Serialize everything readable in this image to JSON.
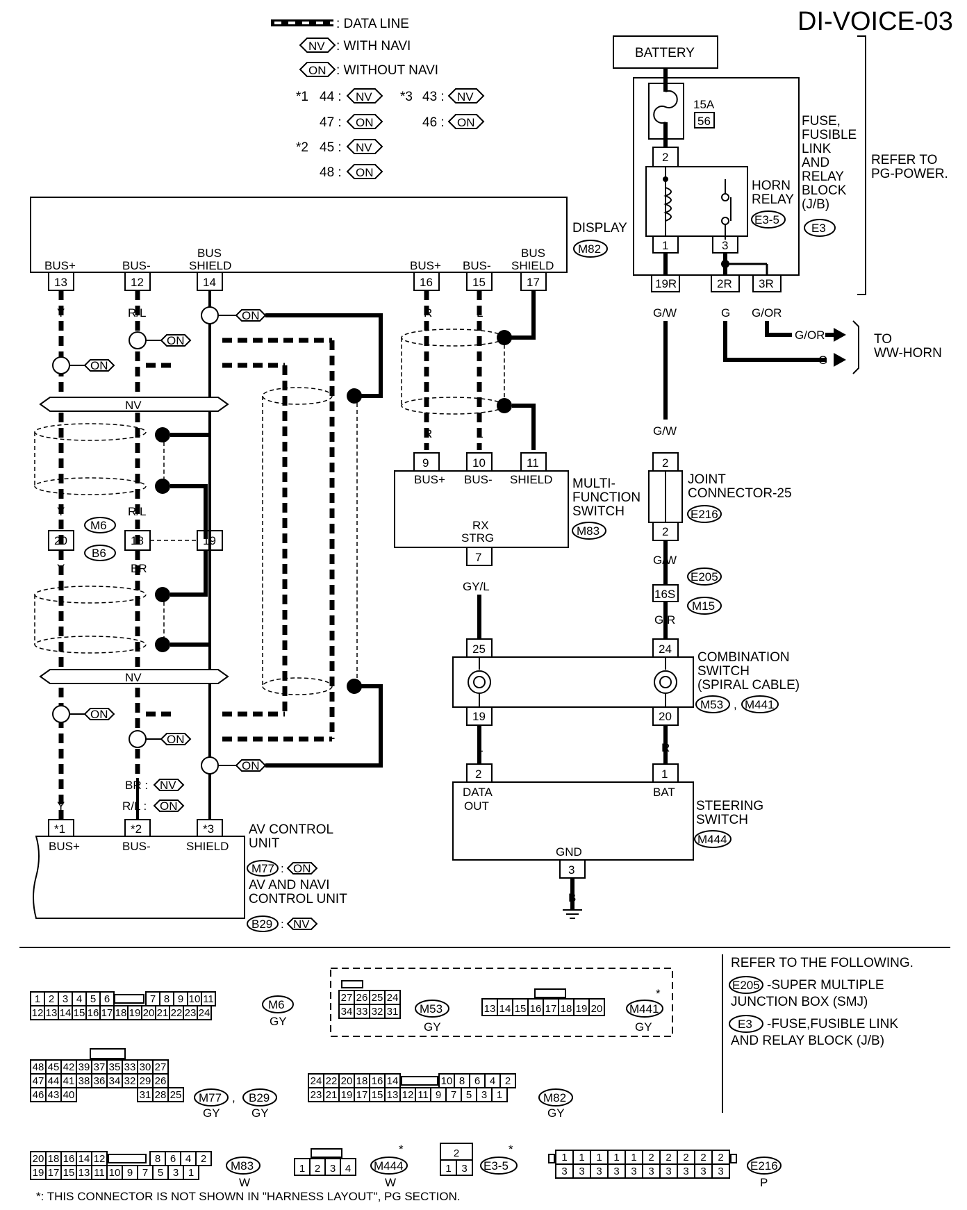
{
  "page_id": "DI-VOICE-03",
  "legend": {
    "data_line": ": DATA LINE",
    "with_navi": ": WITH NAVI",
    "without_navi": ": WITHOUT NAVI",
    "nv": "NV",
    "on": "ON",
    "note1_mark": "*1",
    "note1_a": "44 :",
    "note1_b": "47 :",
    "note2_mark": "*2",
    "note2_a": "45 :",
    "note2_b": "48 :",
    "note3_mark": "*3",
    "note3_a": "43 :",
    "note3_b": "46 :"
  },
  "power": {
    "battery": "BATTERY",
    "fuse_amp": "15A",
    "fuse_no": "56",
    "jb_l1": "FUSE,",
    "jb_l2": "FUSIBLE",
    "jb_l3": "LINK",
    "jb_l4": "AND",
    "jb_l5": "RELAY",
    "jb_l6": "BLOCK",
    "jb_l7": "(J/B)",
    "jb_conn": "E3",
    "horn_l1": "HORN",
    "horn_l2": "RELAY",
    "horn_conn": "E3-5",
    "refer_l1": "REFER TO",
    "refer_l2": "PG-POWER.",
    "to_l1": "TO",
    "to_l2": "WW-HORN",
    "pin2": "2",
    "pin1": "1",
    "pin3": "3",
    "pin19r": "19R",
    "pin2r": "2R",
    "pin3r": "3R",
    "w_gw": "G/W",
    "w_g": "G",
    "w_gor": "G/OR"
  },
  "display": {
    "name": "DISPLAY",
    "conn": "M82",
    "busp": "BUS+",
    "busm": "BUS-",
    "bus": "BUS",
    "shield": "SHIELD",
    "p13": "13",
    "p12": "12",
    "p14": "14",
    "p16": "16",
    "p15": "15",
    "p17": "17"
  },
  "mfs": {
    "l1": "MULTI-",
    "l2": "FUNCTION",
    "l3": "SWITCH",
    "conn": "M83",
    "busp": "BUS+",
    "busm": "BUS-",
    "shield": "SHIELD",
    "rx": "RX",
    "strg": "STRG",
    "p9": "9",
    "p10": "10",
    "p11": "11",
    "p7": "7"
  },
  "joint": {
    "l1": "JOINT",
    "l2": "CONNECTOR-25",
    "conn": "E216",
    "p2": "2"
  },
  "smj": {
    "conn1": "E205",
    "conn2": "M15",
    "pin": "16S"
  },
  "combo": {
    "l1": "COMBINATION",
    "l2": "SWITCH",
    "l3": "(SPIRAL CABLE)",
    "conn1": "M53",
    "conn2": "M441",
    "sep": ",",
    "p25": "25",
    "p24": "24",
    "p19": "19",
    "p20": "20"
  },
  "steering": {
    "l1": "STEERING",
    "l2": "SWITCH",
    "conn": "M444",
    "data": "DATA",
    "out": "OUT",
    "bat": "BAT",
    "gnd": "GND",
    "p2": "2",
    "p1": "1",
    "p3": "3"
  },
  "wires": {
    "y": "Y",
    "rl": "R/L",
    "br": "BR",
    "r": "R",
    "l": "L",
    "gyl": "GY/L",
    "gw": "G/W",
    "gr": "G/R",
    "b": "B",
    "br_nv": "BR :",
    "rl_on": "R/L :"
  },
  "junction": {
    "m6": "M6",
    "b6": "B6",
    "p20": "20",
    "p18": "18",
    "p19": "19",
    "nv": "NV"
  },
  "av": {
    "l1": "AV CONTROL",
    "l2": "UNIT",
    "l3": "AV AND NAVI",
    "l4": "CONTROL UNIT",
    "conn1": "M77",
    "conn2": "B29",
    "colon": ":",
    "busp": "BUS+",
    "busm": "BUS-",
    "shield": "SHIELD",
    "s1": "*1",
    "s2": "*2",
    "s3": "*3"
  },
  "refer": {
    "title": "REFER TO THE FOLLOWING.",
    "e205": "E205",
    "e205_l1": "-SUPER MULTIPLE",
    "e205_l2": "JUNCTION BOX (SMJ)",
    "e3": "E3",
    "e3_l1": "-FUSE,FUSIBLE LINK",
    "e3_l2": "AND RELAY BLOCK (J/B)"
  },
  "connectors": {
    "m6": {
      "name": "M6",
      "color": "GY",
      "row1": [
        "1",
        "2",
        "3",
        "4",
        "5",
        "6",
        "",
        "7",
        "8",
        "9",
        "10",
        "11"
      ],
      "row2": [
        "12",
        "13",
        "14",
        "15",
        "16",
        "17",
        "18",
        "19",
        "20",
        "21",
        "22",
        "23",
        "24"
      ]
    },
    "m53": {
      "name": "M53",
      "color": "GY",
      "row1": [
        "27",
        "26",
        "25",
        "24"
      ],
      "row2": [
        "34",
        "33",
        "32",
        "31"
      ]
    },
    "m441": {
      "name": "M441",
      "color": "GY",
      "mark": "*",
      "row": [
        "13",
        "14",
        "15",
        "16",
        "17",
        "18",
        "19",
        "20"
      ]
    },
    "m77": {
      "name": "M77",
      "name2": "B29",
      "color": "GY",
      "color2": "GY",
      "sep": ",",
      "row1": [
        "48",
        "45",
        "42",
        "39",
        "37",
        "35",
        "33",
        "30",
        "27"
      ],
      "row2": [
        "47",
        "44",
        "41",
        "38",
        "36",
        "34",
        "32",
        "29",
        "26"
      ],
      "row3a": [
        "46",
        "43",
        "40"
      ],
      "row3b": [
        "31",
        "28",
        "25"
      ]
    },
    "m82": {
      "name": "M82",
      "color": "GY",
      "row1a": [
        "24",
        "22",
        "20",
        "18",
        "16",
        "14"
      ],
      "row1b": [
        "10",
        "8",
        "6",
        "4",
        "2"
      ],
      "row2": [
        "23",
        "21",
        "19",
        "17",
        "15",
        "13",
        "12",
        "11",
        "9",
        "7",
        "5",
        "3",
        "1"
      ]
    },
    "m83": {
      "name": "M83",
      "color": "W",
      "row1a": [
        "20",
        "18",
        "16",
        "14",
        "12"
      ],
      "row1b": [
        "8",
        "6",
        "4",
        "2"
      ],
      "row2": [
        "19",
        "17",
        "15",
        "13",
        "11",
        "10",
        "9",
        "7",
        "5",
        "3",
        "1"
      ]
    },
    "m444": {
      "name": "M444",
      "color": "W",
      "mark": "*",
      "row": [
        "1",
        "2",
        "3",
        "4"
      ]
    },
    "e35": {
      "name": "E3-5",
      "mark": "*",
      "top": "2",
      "row": [
        "1",
        "3"
      ]
    },
    "e216": {
      "name": "E216",
      "color": "P",
      "row1": [
        "1",
        "1",
        "1",
        "1",
        "1",
        "2",
        "2",
        "2",
        "2",
        "2"
      ],
      "row2": [
        "3",
        "3",
        "3",
        "3",
        "3",
        "3",
        "3",
        "3",
        "3",
        "3"
      ]
    }
  },
  "footnote": "*: THIS CONNECTOR IS NOT SHOWN IN \"HARNESS LAYOUT\", PG SECTION."
}
